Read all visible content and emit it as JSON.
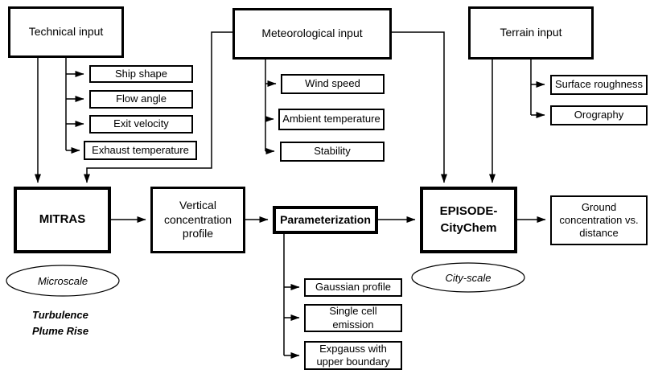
{
  "nodes": {
    "technical_input": "Technical input",
    "ship_shape": "Ship shape",
    "flow_angle": "Flow angle",
    "exit_velocity": "Exit velocity",
    "exhaust_temperature": "Exhaust temperature",
    "meteorological_input": "Meteorological input",
    "wind_speed": "Wind speed",
    "ambient_temperature": "Ambient temperature",
    "stability": "Stability",
    "terrain_input": "Terrain input",
    "surface_roughness": "Surface roughness",
    "orography": "Orography",
    "mitras": "MITRAS",
    "vertical_profile": "Vertical concentration profile",
    "parameterization": "Parameterization",
    "episode_citychem": "EPISODE-CityChem",
    "ground_concentration": "Ground concentration vs. distance",
    "gaussian_profile": "Gaussian profile",
    "single_cell_emission": "Single cell emission",
    "expgauss": "Expgauss with upper boundary"
  },
  "annotations": {
    "microscale": "Microscale",
    "city_scale": "City-scale",
    "turbulence": "Turbulence",
    "plume_rise": "Plume Rise"
  },
  "colors": {
    "line": "#000000",
    "background": "#ffffff"
  }
}
